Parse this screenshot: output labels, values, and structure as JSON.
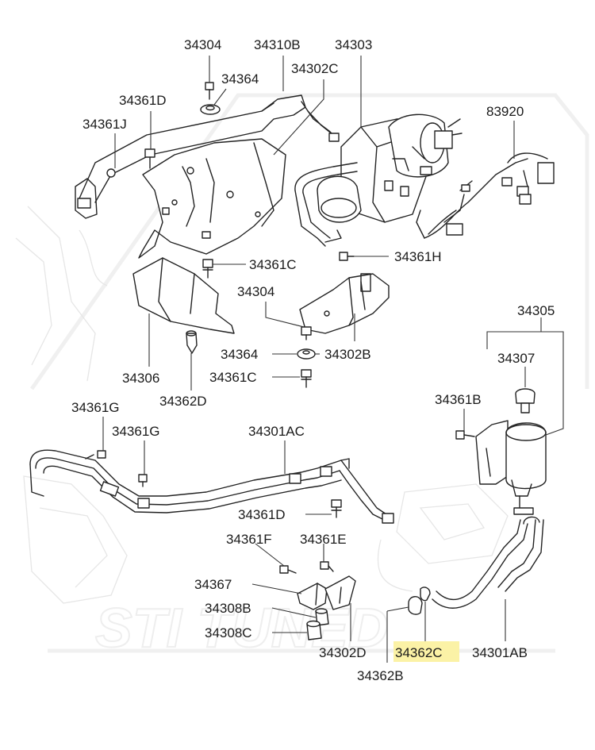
{
  "diagram": {
    "highlighted_part": "34362C",
    "highlight_color": "#fbf2a6",
    "labels": {
      "p34304_top": "34304",
      "p34310b": "34310B",
      "p34303": "34303",
      "p34364_top": "34364",
      "p34302c": "34302C",
      "p34361d_top": "34361D",
      "p34361j": "34361J",
      "p83920": "83920",
      "p34361c_mid": "34361C",
      "p34361h": "34361H",
      "p34304_mid": "34304",
      "p34305": "34305",
      "p34364_mid": "34364",
      "p34302b": "34302B",
      "p34307": "34307",
      "p34306": "34306",
      "p34361c_low": "34361C",
      "p34362d": "34362D",
      "p34361b": "34361B",
      "p34361g_a": "34361G",
      "p34361g_b": "34361G",
      "p34301ac": "34301AC",
      "p34361d_low": "34361D",
      "p34361f": "34361F",
      "p34361e": "34361E",
      "p34367": "34367",
      "p34308b": "34308B",
      "p34308c": "34308C",
      "p34302d": "34302D",
      "p34362c": "34362C",
      "p34301ab": "34301AB",
      "p34362b": "34362B"
    }
  }
}
